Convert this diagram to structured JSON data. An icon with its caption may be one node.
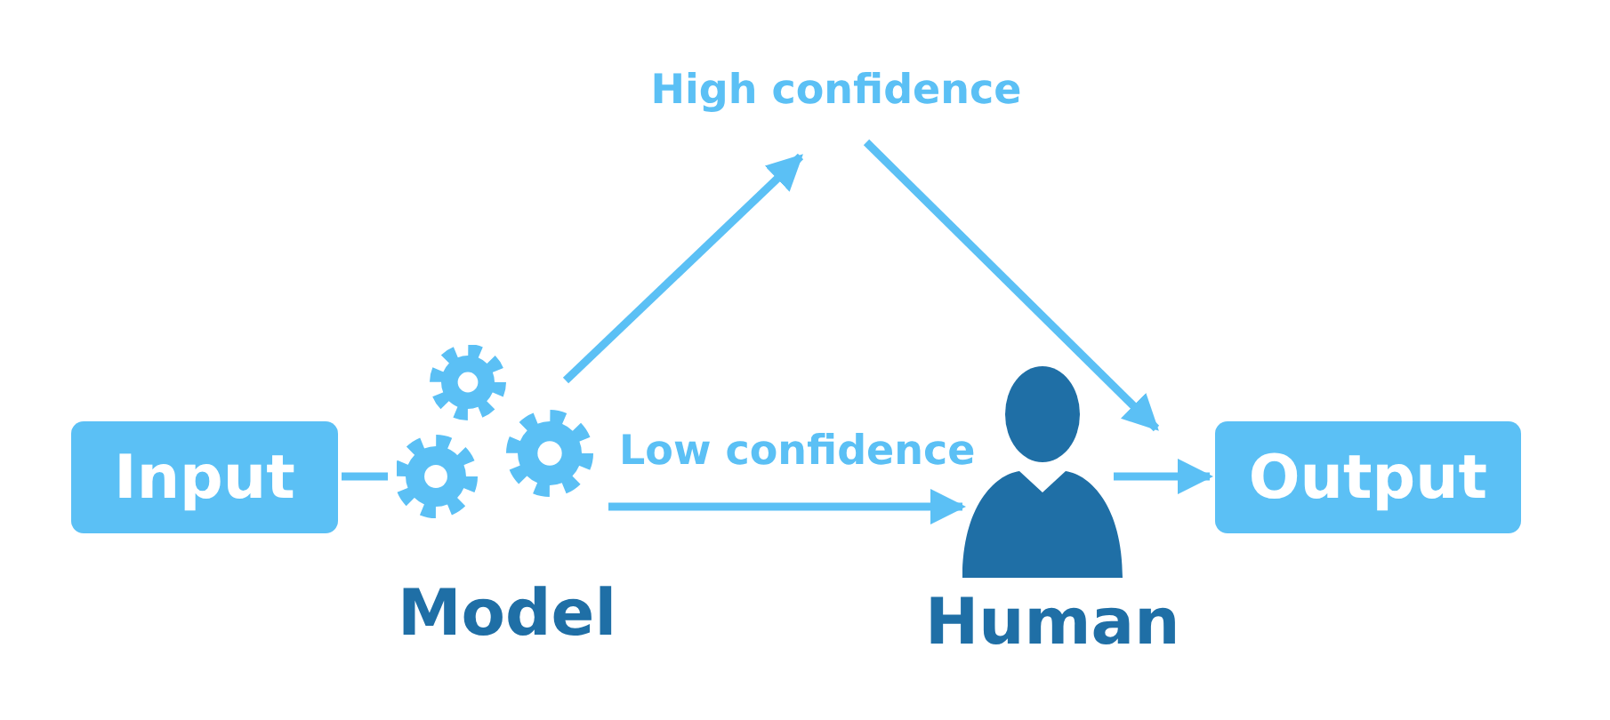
{
  "diagram": {
    "nodes": [
      {
        "text": [
          "Input"
        ]
      },
      {
        "text": [
          "Model"
        ]
      },
      {
        "text": [
          "High confidence"
        ]
      },
      {
        "text": [
          "Human"
        ]
      },
      {
        "text": [
          "Output"
        ]
      }
    ],
    "edges": [
      {
        "from": 0,
        "to": 1,
        "arrow": "none"
      },
      {
        "from": 1,
        "to": 2,
        "arrow": "to"
      },
      {
        "from": 2,
        "to": 4,
        "arrow": "to"
      },
      {
        "from": 1,
        "to": 3,
        "arrow": "to",
        "label": "Low confidence"
      },
      {
        "from": 3,
        "to": 4,
        "arrow": "to"
      }
    ]
  }
}
